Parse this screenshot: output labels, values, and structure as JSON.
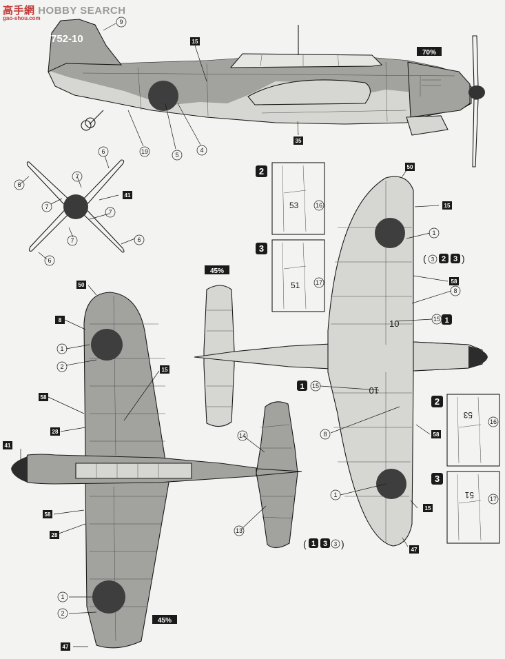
{
  "watermark": {
    "brand": "高手網",
    "text": "HOBBY SEARCH",
    "sub": "gao-shou.com"
  },
  "tail_code": "752-10",
  "scales": {
    "side": "70%",
    "tail": "45%",
    "bottom": "45%"
  },
  "decal_codes": {
    "starboard_wing": "10",
    "port_wing": "10",
    "detail_2": "53",
    "detail_3": "51"
  },
  "inset_labels": [
    "2",
    "3"
  ],
  "callouts": {
    "c1": "1",
    "c2": "2",
    "c4": "4",
    "c5": "5",
    "c6": "6",
    "c7": "7",
    "c8": "8",
    "c9": "9",
    "c13": "13",
    "c14": "14",
    "c15": "15",
    "c16": "16",
    "c17": "17",
    "c19": "19",
    "c28": "28",
    "c35": "35",
    "c41": "41",
    "c47": "47",
    "c50": "50",
    "c58": "58"
  },
  "colors": {
    "paint_green": "#a2a29f",
    "paint_gray": "#d6d6d3",
    "hinomaru": "#3e3e3e",
    "ink": "#1a1a1a"
  }
}
